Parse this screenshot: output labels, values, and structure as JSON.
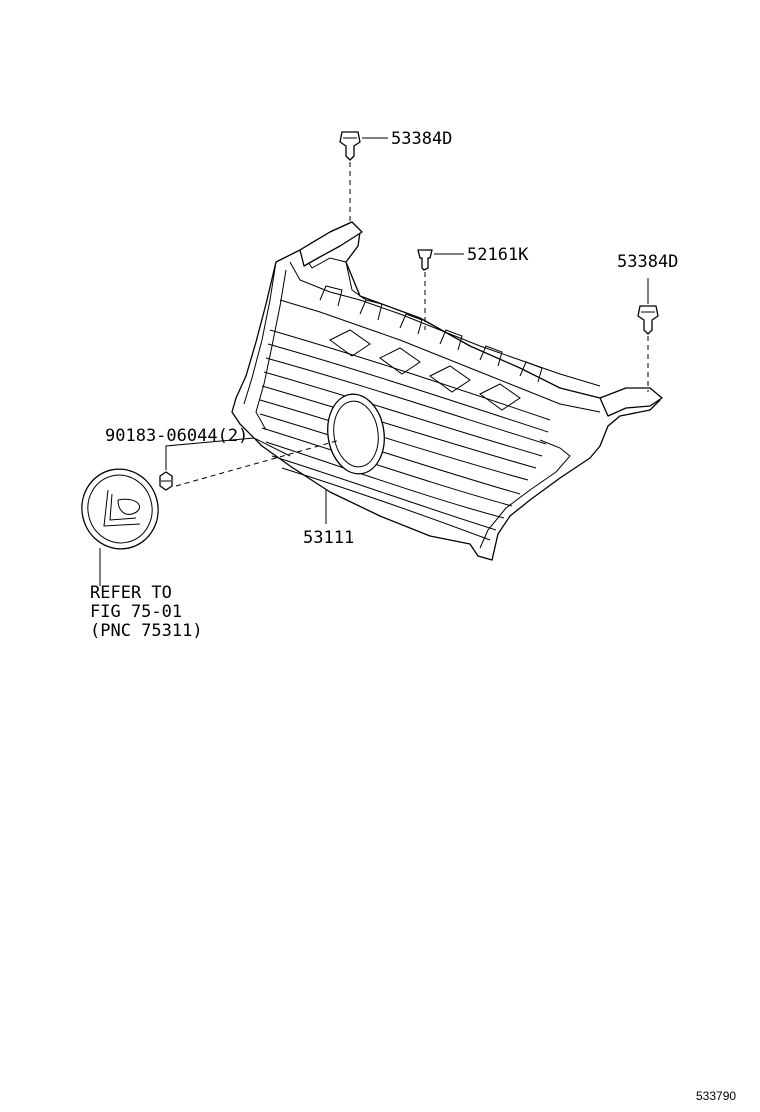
{
  "callouts": {
    "clip_top": "53384D",
    "clip_mid": "52161K",
    "clip_right": "53384D",
    "nut": "90183-06044(2)",
    "grille": "53111",
    "emblem_ref_line1": "REFER TO",
    "emblem_ref_line2": "FIG 75-01",
    "emblem_ref_line3": "(PNC 75311)"
  },
  "illustration_id": "533790"
}
